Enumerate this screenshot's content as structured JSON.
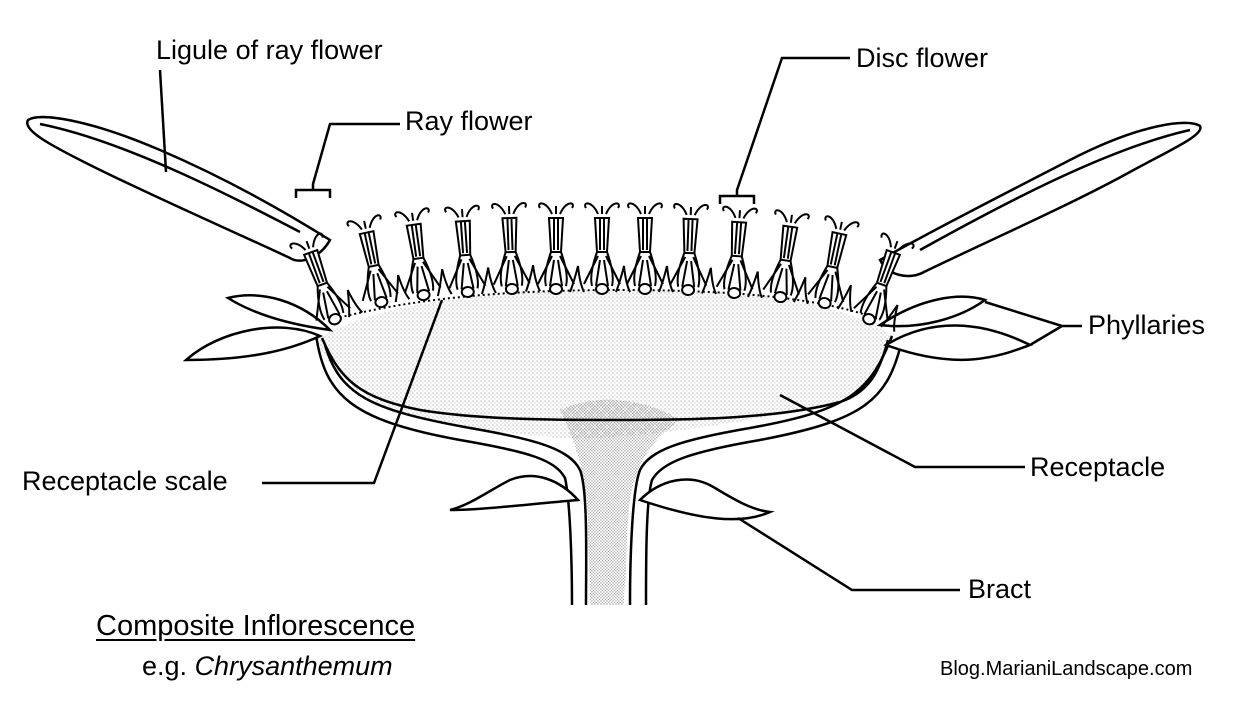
{
  "labels": {
    "ligule": "Ligule of ray flower",
    "ray_flower": "Ray flower",
    "disc_flower": "Disc flower",
    "phyllaries": "Phyllaries",
    "receptacle": "Receptacle",
    "receptacle_scale": "Receptacle scale",
    "bract": "Bract"
  },
  "caption": {
    "title": "Composite Inflorescence",
    "example_prefix": "e.g.",
    "example_genus": "Chrysanthemum"
  },
  "credit": "Blog.MarianiLandscape.com",
  "colors": {
    "ink": "#000000",
    "paper": "#ffffff",
    "stipple": "#9a9a9a"
  }
}
